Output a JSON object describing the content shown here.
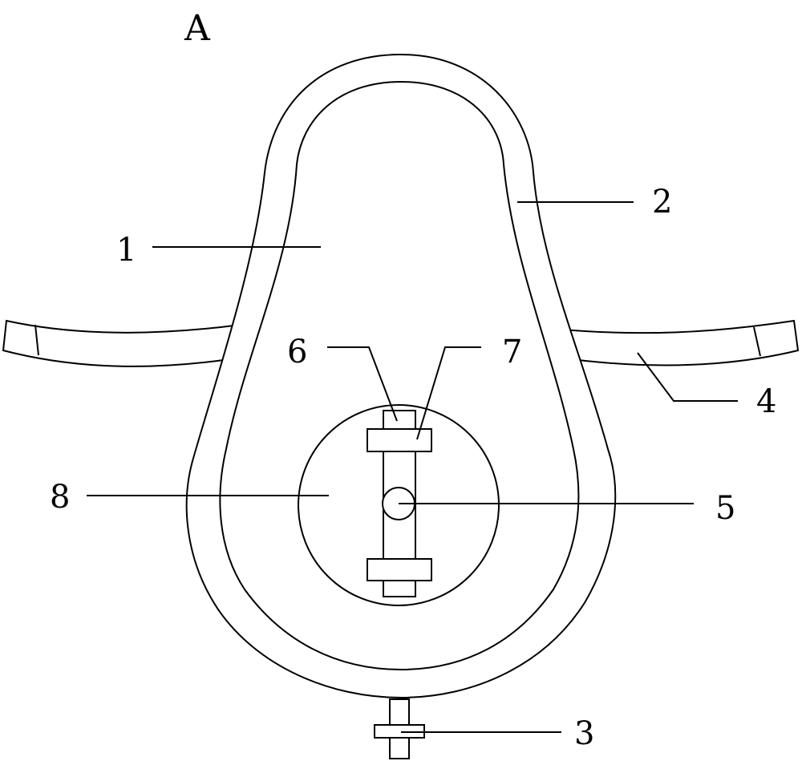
{
  "figure": {
    "label": "A",
    "callouts": {
      "c1": "1",
      "c2": "2",
      "c3": "3",
      "c4": "4",
      "c5": "5",
      "c6": "6",
      "c7": "7",
      "c8": "8"
    }
  }
}
